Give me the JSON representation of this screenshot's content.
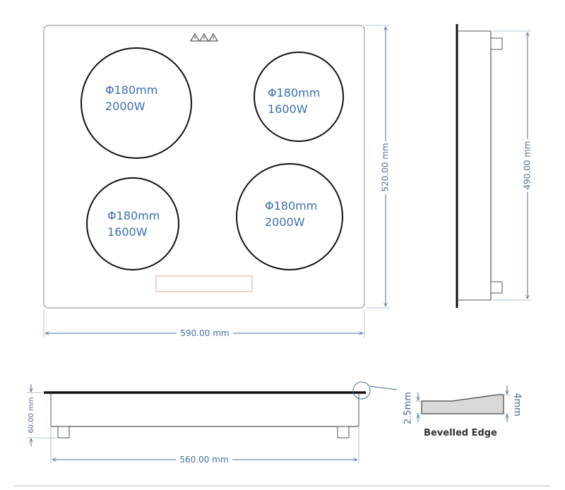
{
  "colors": {
    "dimension": "#4a6f9a",
    "zone_text": "#3b6fb0",
    "outline": "#111111",
    "control_panel": "#e8a0a0",
    "edge_fill": "#d9d9d9"
  },
  "icons": [
    "warning-icon",
    "warning-icon",
    "warning-icon"
  ],
  "zones": [
    {
      "diameter": "Φ180mm",
      "power": "2000W"
    },
    {
      "diameter": "Φ180mm",
      "power": "1600W"
    },
    {
      "diameter": "Φ180mm",
      "power": "1600W"
    },
    {
      "diameter": "Φ180mm",
      "power": "2000W"
    }
  ],
  "dimensions": {
    "top_width": "590.00 mm",
    "top_height": "520.00 mm",
    "side_depth": "490.00 mm",
    "front_width": "560.00 mm",
    "front_height": "60.00 mm"
  },
  "edge_detail": {
    "caption": "Bevelled Edge",
    "thin": "2.5mm",
    "thick": "4mm"
  }
}
